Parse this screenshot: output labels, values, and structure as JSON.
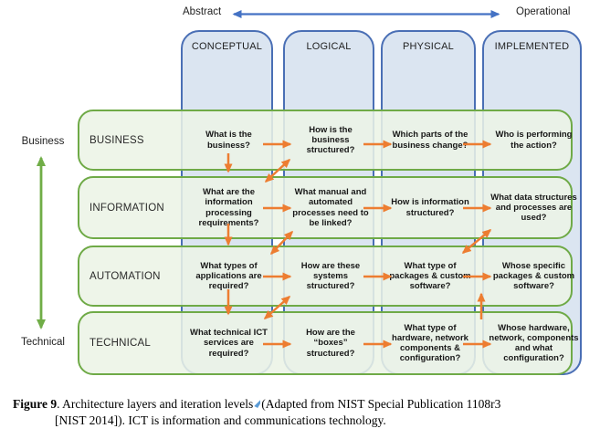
{
  "axis_labels": {
    "abstract": "Abstract",
    "operational": "Operational",
    "business": "Business",
    "technical": "Technical"
  },
  "columns": [
    {
      "label": "CONCEPTUAL"
    },
    {
      "label": "LOGICAL"
    },
    {
      "label": "PHYSICAL"
    },
    {
      "label": "IMPLEMENTED"
    }
  ],
  "rows": [
    {
      "label": "BUSINESS",
      "cells": [
        "What is the business?",
        "How is the business structured?",
        "Which parts of the business change?",
        "Who is performing the action?"
      ]
    },
    {
      "label": "INFORMATION",
      "cells": [
        "What are the information processing requirements?",
        "What manual and automated processes need to be linked?",
        "How is information structured?",
        "What data structures and processes are used?"
      ]
    },
    {
      "label": "AUTOMATION",
      "cells": [
        "What types of applications are required?",
        "How are these systems structured?",
        "What type of packages & custom software?",
        "Whose specific packages & custom software?"
      ]
    },
    {
      "label": "TECHNICAL",
      "cells": [
        "What technical ICT services are required?",
        "How are the “boxes” structured?",
        "What type of hardware, network components & configuration?",
        "Whose hardware, network, components and what configuration?"
      ]
    }
  ],
  "caption": {
    "figure_label": "Figure 9",
    "segment_after_label": ". Architecture layers and iteration levels",
    "segment_line1_rest": "(Adapted from NIST Special Publication 1108r3",
    "line2": "[NIST 2014]). ICT is information and communications technology."
  },
  "colors": {
    "column_border": "#4A6FB5",
    "column_fill": "#DBE5F1",
    "row_border": "#6FAA47",
    "row_fill": "#ECF3E6",
    "arrow_orange": "#ED7D31",
    "axis_green": "#70AD47",
    "axis_blue": "#4472C4"
  }
}
